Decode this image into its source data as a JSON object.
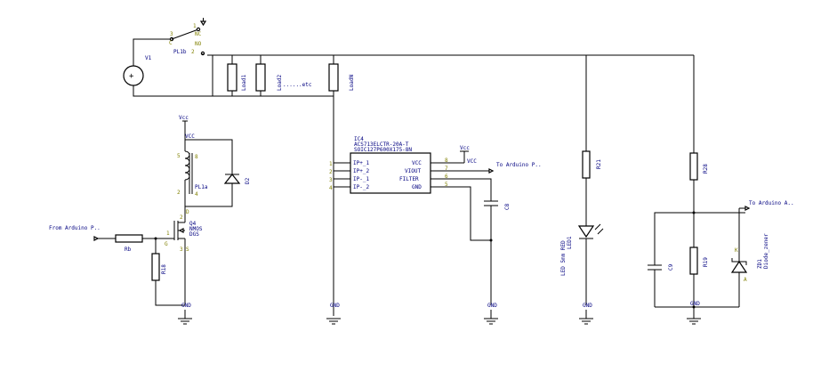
{
  "labels": {
    "v1": "V1",
    "relay_switch": "PL1b",
    "relay_coil": "PL1a",
    "contact_c": "C",
    "contact_nc": "NC",
    "contact_no": "NO",
    "pin_1": "1",
    "pin_2": "2",
    "pin_3": "3",
    "pin_4": "4",
    "pin_5": "5",
    "pin_6": "6",
    "pin_7": "7",
    "pin_8": "8",
    "pin_a": "A",
    "pin_k": "K",
    "pin_d": "D",
    "pin_g": "G",
    "pin_s": "S",
    "load1": "Load1",
    "load2": "Load2",
    "load_dots": "......etc",
    "loadn": "LoadN",
    "vcc_coil": "Vcc",
    "vcc_net": "VCC",
    "d2": "D2",
    "q4_name": "Q4",
    "q4_type": "NMOS",
    "q4_pkg": "DGS",
    "from_arduino": "From Arduino P..",
    "rb": "Rb",
    "r18": "R18",
    "gnd": "GND",
    "ic_ref": "IC4",
    "ic_part1": "ACS713ELCTR-20A-T",
    "ic_part2": "SOIC127P600X175-8N",
    "ic_pin1": "IP+_1",
    "ic_pin2": "IP+_2",
    "ic_pin3": "IP-_1",
    "ic_pin4": "IP-_2",
    "ic_vcc": "VCC",
    "ic_viout": "VIOUT",
    "ic_filter": "FILTER",
    "ic_gnd": "GND",
    "vcc_ic": "Vcc",
    "to_arduino_1": "To Arduino P..",
    "c8": "C8",
    "r21": "R21",
    "led_label1": "LED 5mm RED",
    "led_label2": "LED1",
    "r28": "R28",
    "to_arduino_2": "To Arduino A..",
    "c9": "C9",
    "r19": "R19",
    "zd1": "ZD1",
    "zd1_type": "Diode_zener"
  }
}
